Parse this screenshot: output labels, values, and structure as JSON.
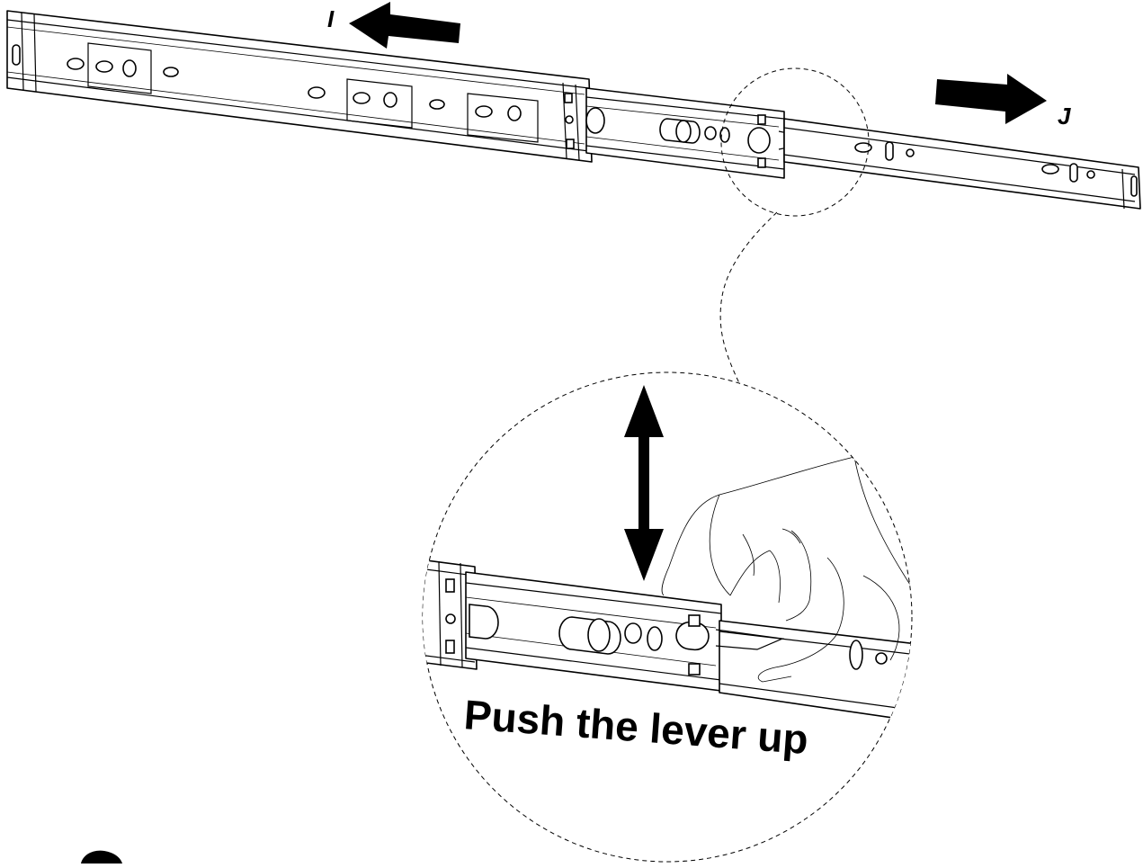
{
  "labels": {
    "arrow_left": "I",
    "arrow_right": "J",
    "detail_caption": "Push the lever up"
  },
  "colors": {
    "line": "#000000",
    "background": "#ffffff"
  }
}
